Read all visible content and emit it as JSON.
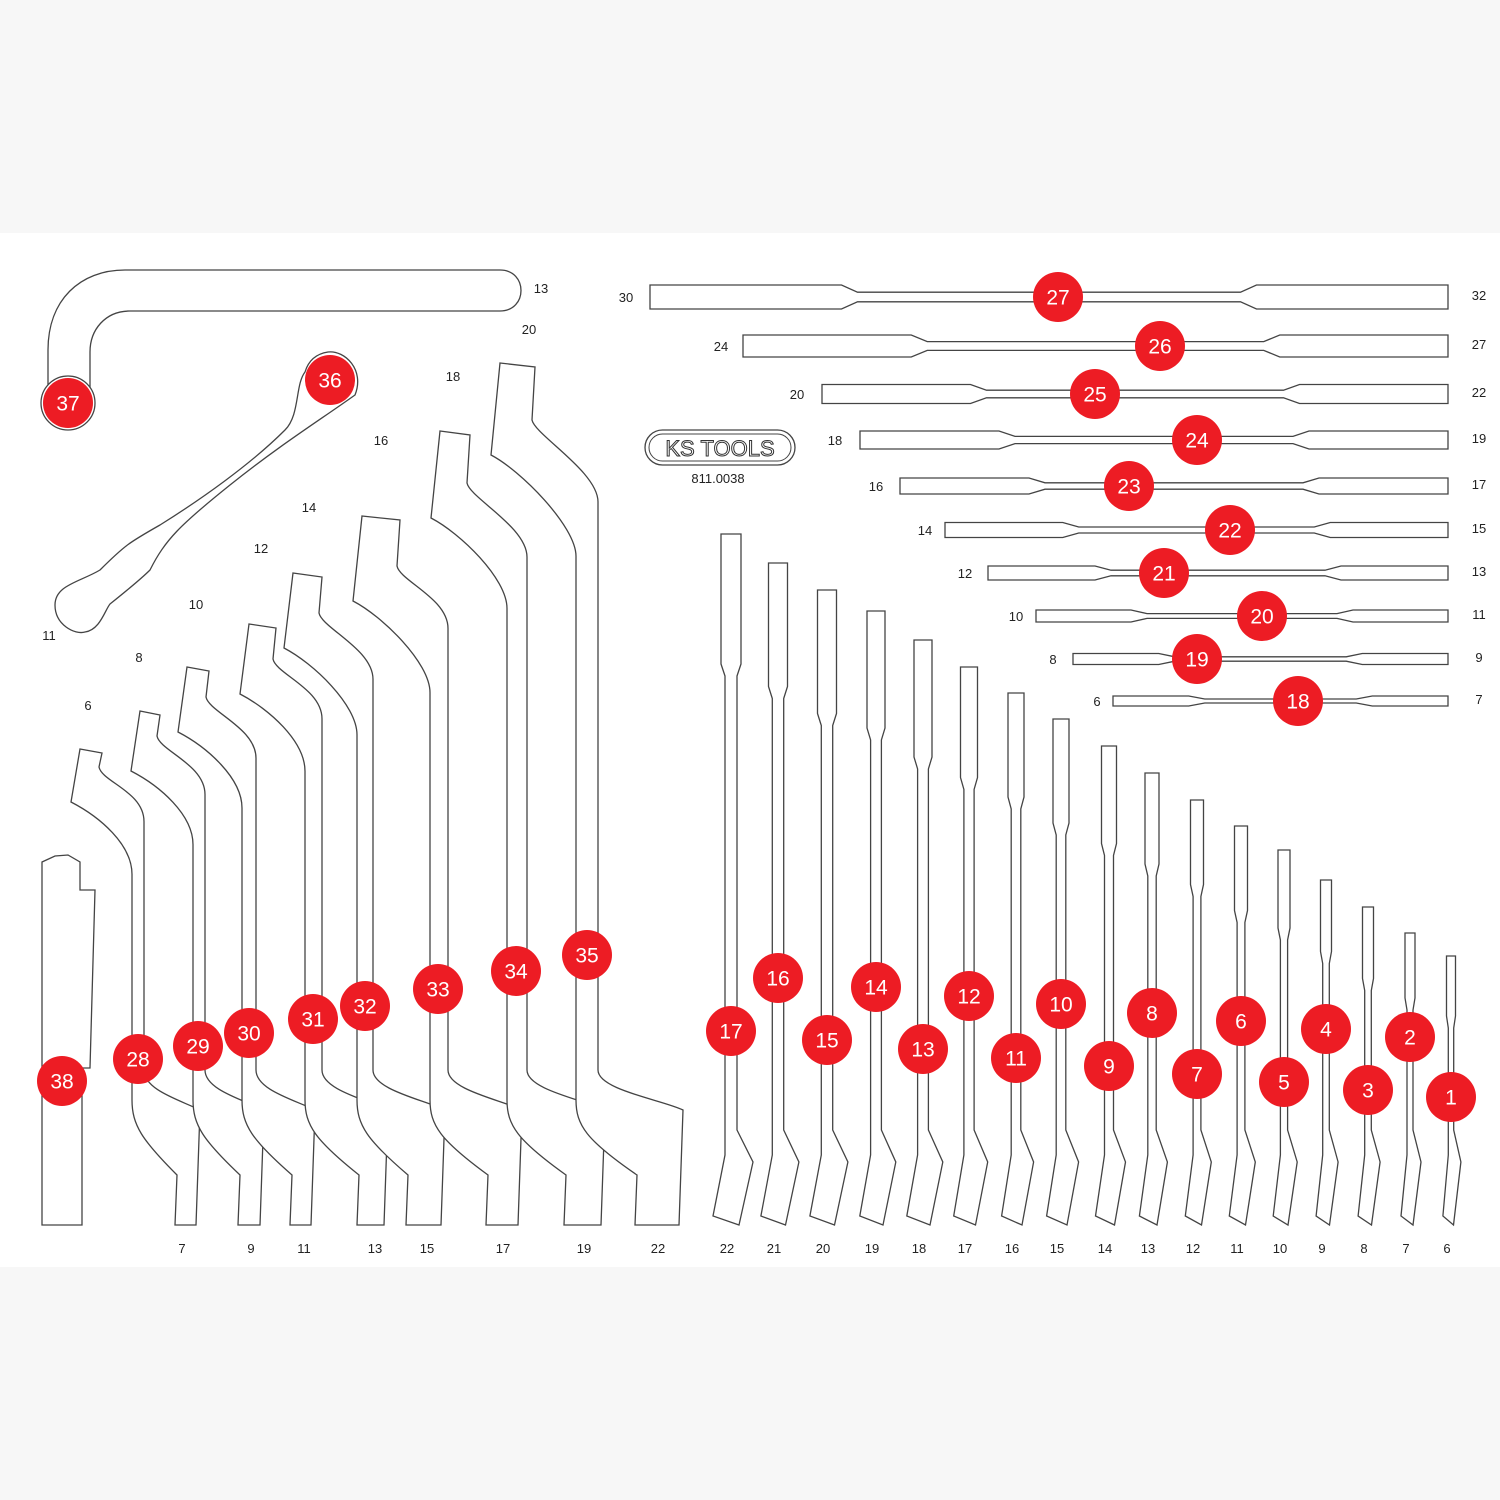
{
  "logo": {
    "brand": "KS TOOLS",
    "article_number": "811.0038"
  },
  "colors": {
    "badge": "#ed1c24",
    "outline": "#444444",
    "panel": "#ffffff",
    "background": "#f7f7f7"
  },
  "horizontal_spanners": [
    {
      "badge": "27",
      "left": "30",
      "right": "32"
    },
    {
      "badge": "26",
      "left": "24",
      "right": "27"
    },
    {
      "badge": "25",
      "left": "20",
      "right": "22"
    },
    {
      "badge": "24",
      "left": "18",
      "right": "19"
    },
    {
      "badge": "23",
      "left": "16",
      "right": "17"
    },
    {
      "badge": "22",
      "left": "14",
      "right": "15"
    },
    {
      "badge": "21",
      "left": "12",
      "right": "13"
    },
    {
      "badge": "20",
      "left": "10",
      "right": "11"
    },
    {
      "badge": "19",
      "left": "8",
      "right": "9"
    },
    {
      "badge": "18",
      "left": "6",
      "right": "7"
    }
  ],
  "vertical_spanners": [
    {
      "badge": "17",
      "size": "22"
    },
    {
      "badge": "16",
      "size": "21"
    },
    {
      "badge": "15",
      "size": "20"
    },
    {
      "badge": "14",
      "size": "19"
    },
    {
      "badge": "13",
      "size": "18"
    },
    {
      "badge": "12",
      "size": "17"
    },
    {
      "badge": "11",
      "size": "16"
    },
    {
      "badge": "10",
      "size": "15"
    },
    {
      "badge": "9",
      "size": "14"
    },
    {
      "badge": "8",
      "size": "13"
    },
    {
      "badge": "7",
      "size": "12"
    },
    {
      "badge": "6",
      "size": "11"
    },
    {
      "badge": "5",
      "size": "10"
    },
    {
      "badge": "4",
      "size": "9"
    },
    {
      "badge": "3",
      "size": "8"
    },
    {
      "badge": "2",
      "size": "7"
    },
    {
      "badge": "1",
      "size": "6"
    }
  ],
  "offset_spanners": [
    {
      "badge": "28",
      "top": "6",
      "bottom": "7"
    },
    {
      "badge": "29",
      "top": "8",
      "bottom": "9"
    },
    {
      "badge": "30",
      "top": "10",
      "bottom": "11"
    },
    {
      "badge": "31",
      "top": "12",
      "bottom": "13"
    },
    {
      "badge": "32",
      "top": "14",
      "bottom": "15"
    },
    {
      "badge": "33",
      "top": "16",
      "bottom": "17"
    },
    {
      "badge": "34",
      "top": "18",
      "bottom": "19"
    },
    {
      "badge": "35",
      "top": "20",
      "bottom": "22"
    }
  ],
  "special_tools": [
    {
      "badge": "36",
      "label": "11"
    },
    {
      "badge": "37",
      "label": "13"
    },
    {
      "badge": "38"
    }
  ]
}
